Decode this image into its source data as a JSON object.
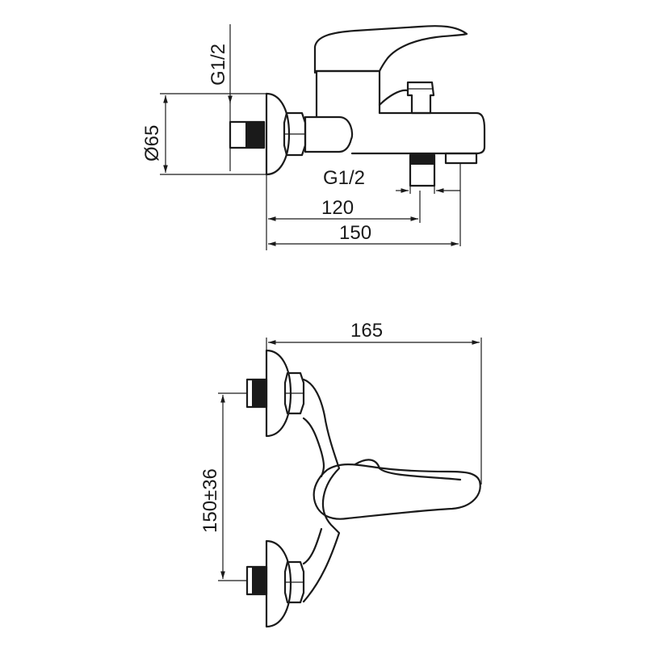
{
  "drawing": {
    "side_view": {
      "dim_inlet_thread": "G1/2",
      "dim_flange_diameter": "Ø65",
      "dim_outlet_thread": "G1/2",
      "dim_outlet_distance": "120",
      "dim_total_depth": "150"
    },
    "top_view": {
      "dim_total_width": "165",
      "dim_center_distance": "150±36"
    }
  }
}
